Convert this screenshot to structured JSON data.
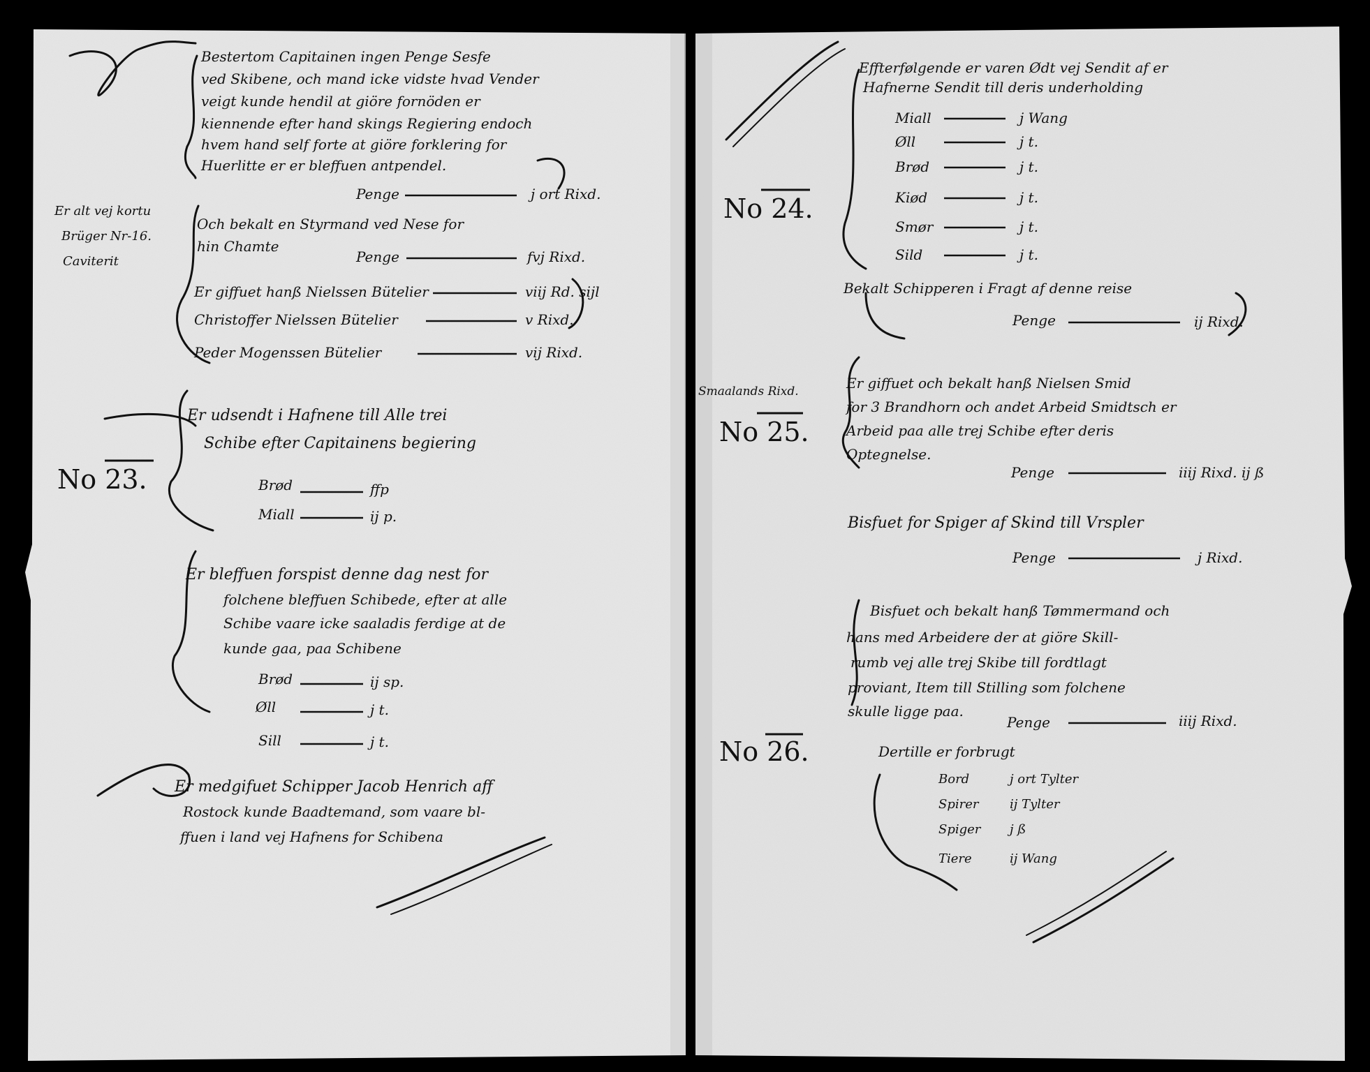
{
  "left_page": {
    "paragraph_1": [
      "Bestertom Capitainen ingen Penge Sesfe",
      "ved Skibene, och mand icke vidste hvad Vender",
      "veigt kunde hendil at giöre fornöden er",
      "kiennende efter hand skings Regiering endoch",
      "hvem hand self forte at giöre forklering for",
      "Huerlitte er er bleffuen antpendel."
    ],
    "paragraph_1_amount": {
      "label": "Penge",
      "value": "j ort Rixd."
    },
    "margin_note": [
      "Er alt vej kortu",
      "Brüger Nr-16.",
      "Caviterit"
    ],
    "paragraph_2": [
      "Och bekalt en Styrmand ved Nese for",
      "hin Chamte"
    ],
    "paragraph_2_amount": {
      "label": "Penge",
      "value": "fvj Rixd."
    },
    "persons": [
      {
        "name": "Er giffuet hanß Nielssen Bütelier",
        "value": "viij Rd. sijl"
      },
      {
        "name": "Christoffer Nielssen Bütelier",
        "value": "v Rixd."
      },
      {
        "name": "Peder Mogenssen Bütelier",
        "value": "vij Rixd."
      }
    ],
    "no_23": "No 23.",
    "paragraph_3": [
      "Er udsendt i Hafnene till Alle trei",
      "Schibe efter Capitainens begiering"
    ],
    "items_23": [
      {
        "label": "Brød",
        "value": "ffp"
      },
      {
        "label": "Miall",
        "value": "ij p."
      }
    ],
    "paragraph_4": [
      "Er bleffuen forspist denne dag nest for",
      "folchene bleffuen Schibede, efter at alle",
      "Schibe vaare icke saaladis ferdige at de",
      "kunde gaa, paa Schibene"
    ],
    "items_4": [
      {
        "label": "Brød",
        "value": "ij sp."
      },
      {
        "label": "Øll",
        "value": "j t."
      },
      {
        "label": "Sill",
        "value": "j t."
      }
    ],
    "paragraph_5": [
      "Er medgifuet Schipper Jacob Henrich aff",
      "Rostock kunde Baadtemand, som vaare bl-",
      "ffuen i land vej Hafnens for Schibena"
    ]
  },
  "right_page": {
    "paragraph_1": [
      "Effterfølgende er varen Ødt vej Sendit af er",
      "Hafnerne Sendit till deris underholding"
    ],
    "items_24": [
      {
        "label": "Miall",
        "value": "j Wang"
      },
      {
        "label": "Øll",
        "value": "j t."
      },
      {
        "label": "Brød",
        "value": "j t."
      },
      {
        "label": "Kiød",
        "value": "j t."
      },
      {
        "label": "Smør",
        "value": "j t."
      },
      {
        "label": "Sild",
        "value": "j t."
      }
    ],
    "no_24": "No 24.",
    "paragraph_2": "Bekalt Schipperen i Fragt af denne reise",
    "paragraph_2_amount": {
      "label": "Penge",
      "value": "ij Rixd."
    },
    "margin_note": "Smaalands Rixd.",
    "no_25": "No 25.",
    "paragraph_3": [
      "Er giffuet och bekalt hanß Nielsen Smid",
      "for 3 Brandhorn och andet Arbeid Smidtsch er",
      "Arbeid paa alle trej Schibe efter deris",
      "Optegnelse."
    ],
    "paragraph_3_amount": {
      "label": "Penge",
      "value": "iiij Rixd. ij ß"
    },
    "paragraph_4": "Bisfuet for Spiger af Skind till Vrspler",
    "paragraph_4_amount": {
      "label": "Penge",
      "value": "j Rixd."
    },
    "paragraph_5": [
      "Bisfuet och bekalt hanß Tømmermand och",
      "hans med Arbeidere der at giöre Skill-",
      "rumb vej alle trej Skibe till fordtlagt",
      "proviant, Item till Stilling som folchene",
      "skulle ligge paa."
    ],
    "paragraph_5_amount": {
      "label": "Penge",
      "value": "iiij Rixd."
    },
    "no_26": "No 26.",
    "paragraph_6": "Dertille er forbrugt",
    "items_26": [
      {
        "label": "Bord",
        "value": "j ort Tylter"
      },
      {
        "label": "Spirer",
        "value": "ij Tylter"
      },
      {
        "label": "Spiger",
        "value": "j ß"
      },
      {
        "label": "Tiere",
        "value": "ij Wang"
      }
    ]
  }
}
